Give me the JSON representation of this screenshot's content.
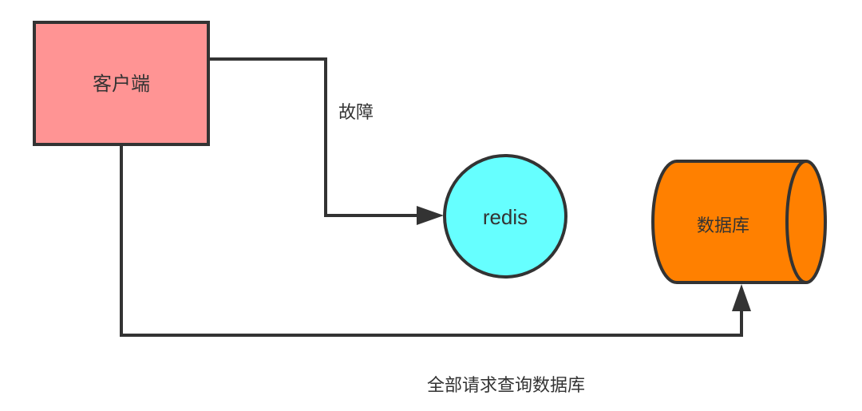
{
  "diagram": {
    "nodes": {
      "client": {
        "label": "客户端",
        "fill": "#ff9494",
        "shape": "rectangle"
      },
      "redis": {
        "label": "redis",
        "fill": "#66ffff",
        "shape": "circle"
      },
      "database": {
        "label": "数据库",
        "fill": "#ff8000",
        "shape": "cylinder"
      }
    },
    "edges": {
      "client_to_redis": {
        "label": "故障",
        "from": "client",
        "to": "redis"
      },
      "client_to_database": {
        "label": "全部请求查询数据库",
        "from": "client",
        "to": "database"
      }
    },
    "stroke_color": "#333333"
  }
}
